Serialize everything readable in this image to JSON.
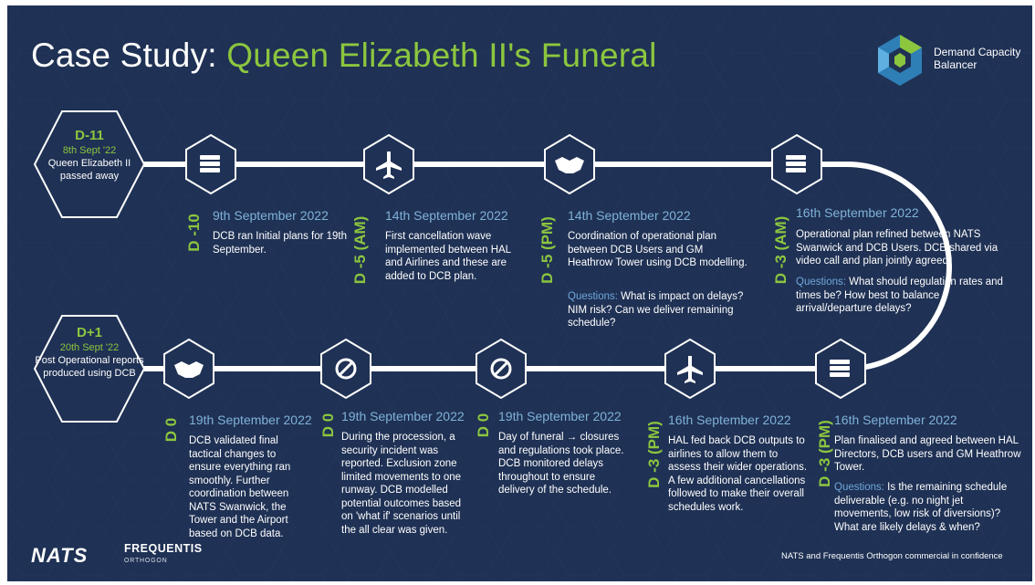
{
  "title": {
    "prefix": "Case Study: ",
    "highlight": "Queen Elizabeth II's Funeral"
  },
  "brand": {
    "label": "Demand Capacity Balancer"
  },
  "start_node": {
    "d": "D-11",
    "date": "8th Sept '22",
    "text": "Queen Elizabeth II passed away"
  },
  "end_node": {
    "d": "D+1",
    "date": "20th Sept '22",
    "text": "Post Operational reports produced using DCB"
  },
  "milestones": [
    {
      "icon": "stack-icon",
      "d_label": "D -10",
      "date": "9th September 2022",
      "desc": "DCB ran Initial plans for 19th September.",
      "q_label": "",
      "q_text": ""
    },
    {
      "icon": "plane-icon",
      "d_label": "D -5 (AM)",
      "date": "14th September 2022",
      "desc": "First cancellation wave implemented between HAL and Airlines and these are added to DCB plan.",
      "q_label": "",
      "q_text": ""
    },
    {
      "icon": "handshake-icon",
      "d_label": "D -5 (PM)",
      "date": "14th September 2022",
      "desc": "Coordination of operational plan between DCB Users and GM Heathrow Tower using DCB modelling.",
      "q_label": "Questions:",
      "q_text": " What is impact on delays? NIM risk? Can we deliver remaining schedule?"
    },
    {
      "icon": "stack-icon",
      "d_label": "D -3 (AM)",
      "date": "16th September 2022",
      "desc": "Operational plan refined between NATS Swanwick and DCB Users. DCB shared via video call and plan jointly agreed.",
      "q_label": "Questions:",
      "q_text": " What should regulation rates and times be? How best to balance arrival/departure delays?"
    },
    {
      "icon": "stack-icon",
      "d_label": "D -3 (PM)",
      "date": "16th September 2022",
      "desc": "Plan finalised and agreed between HAL Directors, DCB users and GM Heathrow Tower.",
      "q_label": "Questions:",
      "q_text": " Is the remaining schedule deliverable (e.g. no night jet movements, low risk of diversions)? What are likely delays & when?"
    },
    {
      "icon": "plane-icon",
      "d_label": "D -3 (PM)",
      "date": "16th September 2022",
      "desc": "HAL fed back DCB outputs to airlines to allow them to assess their wider operations. A few additional cancellations followed to make their overall schedules work.",
      "q_label": "",
      "q_text": ""
    },
    {
      "icon": "prohibited-icon",
      "d_label": "D 0",
      "date": "19th September 2022",
      "desc": "Day of funeral → closures and regulations took place. DCB monitored delays throughout to ensure delivery of the schedule.",
      "q_label": "",
      "q_text": ""
    },
    {
      "icon": "prohibited-icon",
      "d_label": "D 0",
      "date": "19th September 2022",
      "desc": "During the procession, a security incident was reported. Exclusion zone limited movements to one runway. DCB modelled potential outcomes based on 'what if' scenarios until the all clear was given.",
      "q_label": "",
      "q_text": ""
    },
    {
      "icon": "handshake-icon",
      "d_label": "D 0",
      "date": "19th September 2022",
      "desc": "DCB validated final tactical changes to ensure everything ran smoothly. Further coordination between NATS Swanwick, the Tower and the Airport based on DCB data.",
      "q_label": "",
      "q_text": ""
    }
  ],
  "footer": {
    "nats": "NATS",
    "frequentis": "FREQUENTIS",
    "orthogon": "ORTHOGON",
    "confidential": "NATS and Frequentis Orthogon commercial in confidence"
  },
  "colors": {
    "background": "#1f3154",
    "accent_green": "#8cc63f",
    "date_blue": "#7fb2d8",
    "question_blue": "#6fa8dc"
  }
}
